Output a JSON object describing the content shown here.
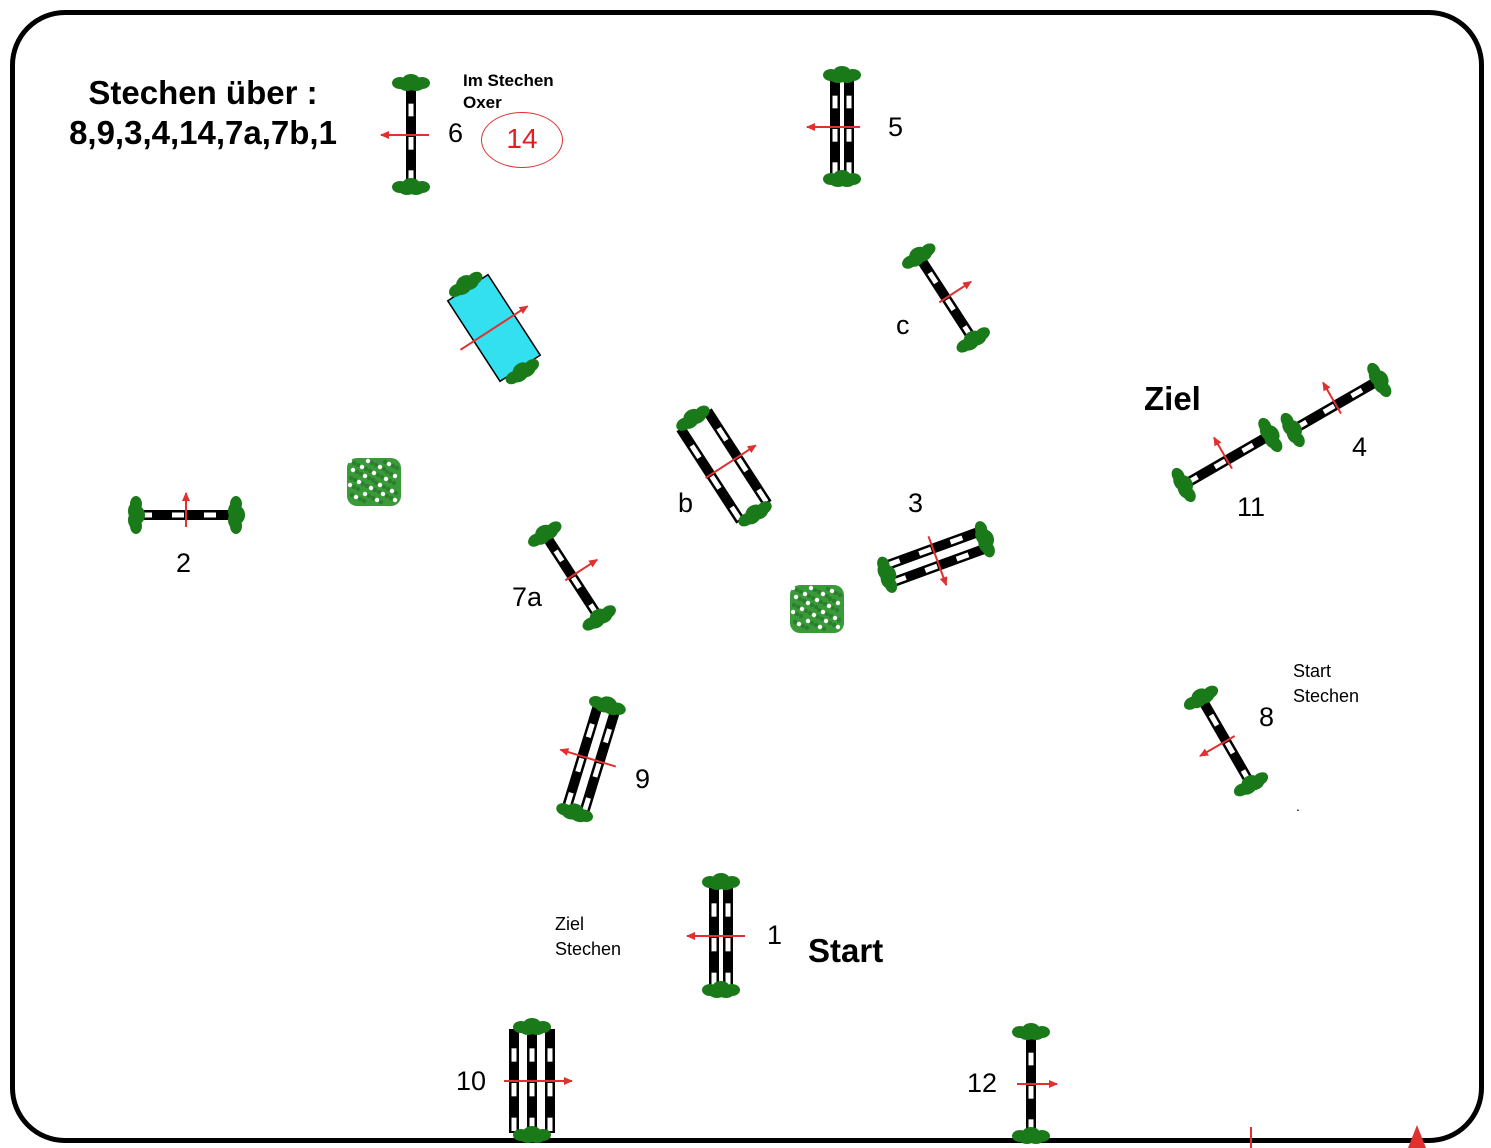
{
  "title": {
    "line1": "Stechen über :",
    "line2": "8,9,3,4,14,7a,7b,1"
  },
  "note": {
    "line1": "Im Stechen",
    "line2": "Oxer",
    "circled_number": "14"
  },
  "labels": {
    "ziel": "Ziel",
    "start": "Start",
    "ziel_stechen_1": "Ziel",
    "ziel_stechen_2": "Stechen",
    "start_stechen_1": "Start",
    "start_stechen_2": "Stechen"
  },
  "obstacles": [
    {
      "id": "1",
      "label": "1",
      "type": "oxer"
    },
    {
      "id": "2",
      "label": "2",
      "type": "vertical"
    },
    {
      "id": "3",
      "label": "3",
      "type": "oxer"
    },
    {
      "id": "4",
      "label": "4",
      "type": "vertical"
    },
    {
      "id": "5",
      "label": "5",
      "type": "oxer"
    },
    {
      "id": "6",
      "label": "6",
      "type": "vertical"
    },
    {
      "id": "7a",
      "label": "7a",
      "type": "vertical"
    },
    {
      "id": "7b",
      "label": "b",
      "type": "oxer"
    },
    {
      "id": "7c",
      "label": "c",
      "type": "vertical"
    },
    {
      "id": "8",
      "label": "8",
      "type": "vertical"
    },
    {
      "id": "9",
      "label": "9",
      "type": "oxer"
    },
    {
      "id": "10",
      "label": "10",
      "type": "triple-bar"
    },
    {
      "id": "11",
      "label": "11",
      "type": "vertical"
    },
    {
      "id": "12",
      "label": "12",
      "type": "vertical"
    },
    {
      "id": "14",
      "label": "",
      "type": "water-oxer"
    }
  ],
  "colors": {
    "border": "#000000",
    "pole_dark": "#000000",
    "pole_light": "#ffffff",
    "wing": "#1a7a1a",
    "arrow": "#e03030",
    "water": "#33e0f0",
    "hedge": "#3a9a3a"
  }
}
